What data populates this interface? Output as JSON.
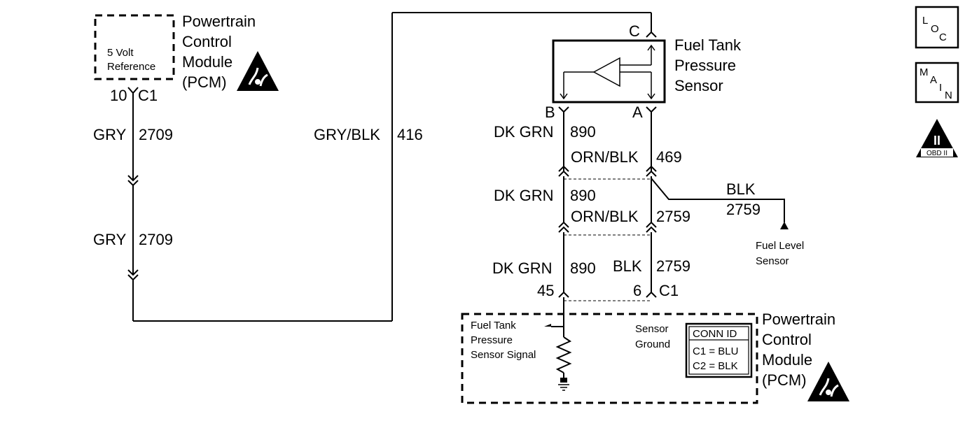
{
  "pcm_top": {
    "title_lines": [
      "Powertrain",
      "Control",
      "Module",
      "(PCM)"
    ],
    "ref_lines": [
      "5 Volt",
      "Reference"
    ],
    "pin": "10",
    "connector": "C1"
  },
  "left_wire": {
    "seg1_color": "GRY",
    "seg1_circuit": "2709",
    "seg2_color": "GRY",
    "seg2_circuit": "2709"
  },
  "center_wire": {
    "color": "GRY/BLK",
    "circuit": "416"
  },
  "sensor": {
    "title_lines": [
      "Fuel Tank",
      "Pressure",
      "Sensor"
    ],
    "pin_c": "C",
    "pin_b": "B",
    "pin_a": "A"
  },
  "wire_b": {
    "seg1_color": "DK GRN",
    "seg1_circuit": "890",
    "seg2_color": "DK GRN",
    "seg2_circuit": "890",
    "seg3_color": "DK GRN",
    "seg3_circuit": "890"
  },
  "wire_a": {
    "seg1_color": "ORN/BLK",
    "seg1_circuit": "469",
    "seg2_color": "ORN/BLK",
    "seg2_circuit": "2759",
    "seg3_color": "BLK",
    "seg3_circuit": "2759"
  },
  "branch": {
    "color": "BLK",
    "circuit": "2759",
    "dest_lines": [
      "Fuel Level",
      "Sensor"
    ]
  },
  "pcm_bottom": {
    "pin_b": "45",
    "pin_a": "6",
    "connector": "C1",
    "title_lines": [
      "Powertrain",
      "Control",
      "Module",
      "(PCM)"
    ],
    "signal_lines": [
      "Fuel Tank",
      "Pressure",
      "Sensor Signal"
    ],
    "ground_lines": [
      "Sensor",
      "Ground"
    ],
    "conn_id_header": "CONN ID",
    "conn_id_rows": [
      "C1 = BLU",
      "C2 = BLK"
    ]
  },
  "icons": {
    "loc": [
      "L",
      "O",
      "C"
    ],
    "main": [
      "M",
      "A",
      "I",
      "N"
    ],
    "obd_numeral": "II",
    "obd_label": "OBD II"
  }
}
